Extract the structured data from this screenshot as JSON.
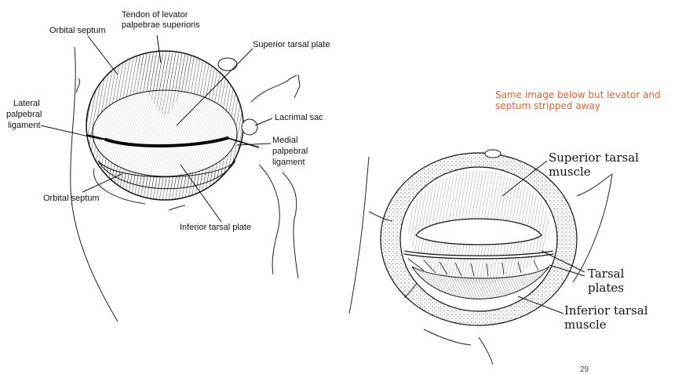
{
  "left_figure": {
    "labels": {
      "tendon_line1": "Tendon of levator",
      "tendon_line2": "palpebrae superioris",
      "orbital_septum_top": "Orbital septum",
      "superior_tarsal_plate": "Superior tarsal plate",
      "lateral_line1": "Lateral",
      "lateral_line2": "palpebral",
      "lateral_line3": "ligament",
      "lacrimal_sac": "Lacrimal sac",
      "medial_line1": "Medial",
      "medial_line2": "palpebral",
      "medial_line3": "ligament",
      "orbital_septum_bottom": "Orbital septum",
      "inferior_tarsal_plate": "Inferior tarsal plate"
    }
  },
  "note": {
    "line1": "Same image below but levator and",
    "line2": "septum stripped away",
    "color": "#c8643c"
  },
  "right_figure": {
    "labels": {
      "superior_line1": "Superior tarsal",
      "superior_line2": "muscle",
      "tarsal_line1": "Tarsal",
      "tarsal_line2": "plates",
      "inferior_line1": "Inferior tarsal",
      "inferior_line2": "muscle"
    }
  },
  "page_number": "29"
}
